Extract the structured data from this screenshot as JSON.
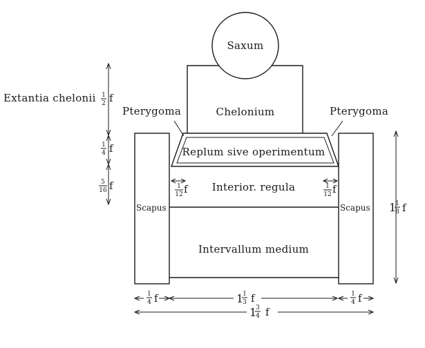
{
  "parts": {
    "saxum": "Saxum",
    "chelonium": "Chelonium",
    "pterygoma_left": "Pterygoma",
    "pterygoma_right": "Pterygoma",
    "replum": "Replum sive operimentum",
    "interior_regula": "Interior. regula",
    "scapus_left": "Scapus",
    "scapus_right": "Scapus",
    "intervallum": "Intervallum medium"
  },
  "dimensions": {
    "extantia_label": "Extantia chelonii",
    "half_num": "1",
    "half_den": "2",
    "quarter_num": "1",
    "quarter_den": "4",
    "five16_num": "5",
    "five16_den": "16",
    "twelfth_num": "1",
    "twelfth_den": "12",
    "eighth_whole": "1",
    "eighth_num": "1",
    "eighth_den": "8",
    "third_whole": "1",
    "third_num": "1",
    "third_den": "3",
    "three4_whole": "1",
    "three4_num": "3",
    "three4_den": "4",
    "unit": "f"
  }
}
